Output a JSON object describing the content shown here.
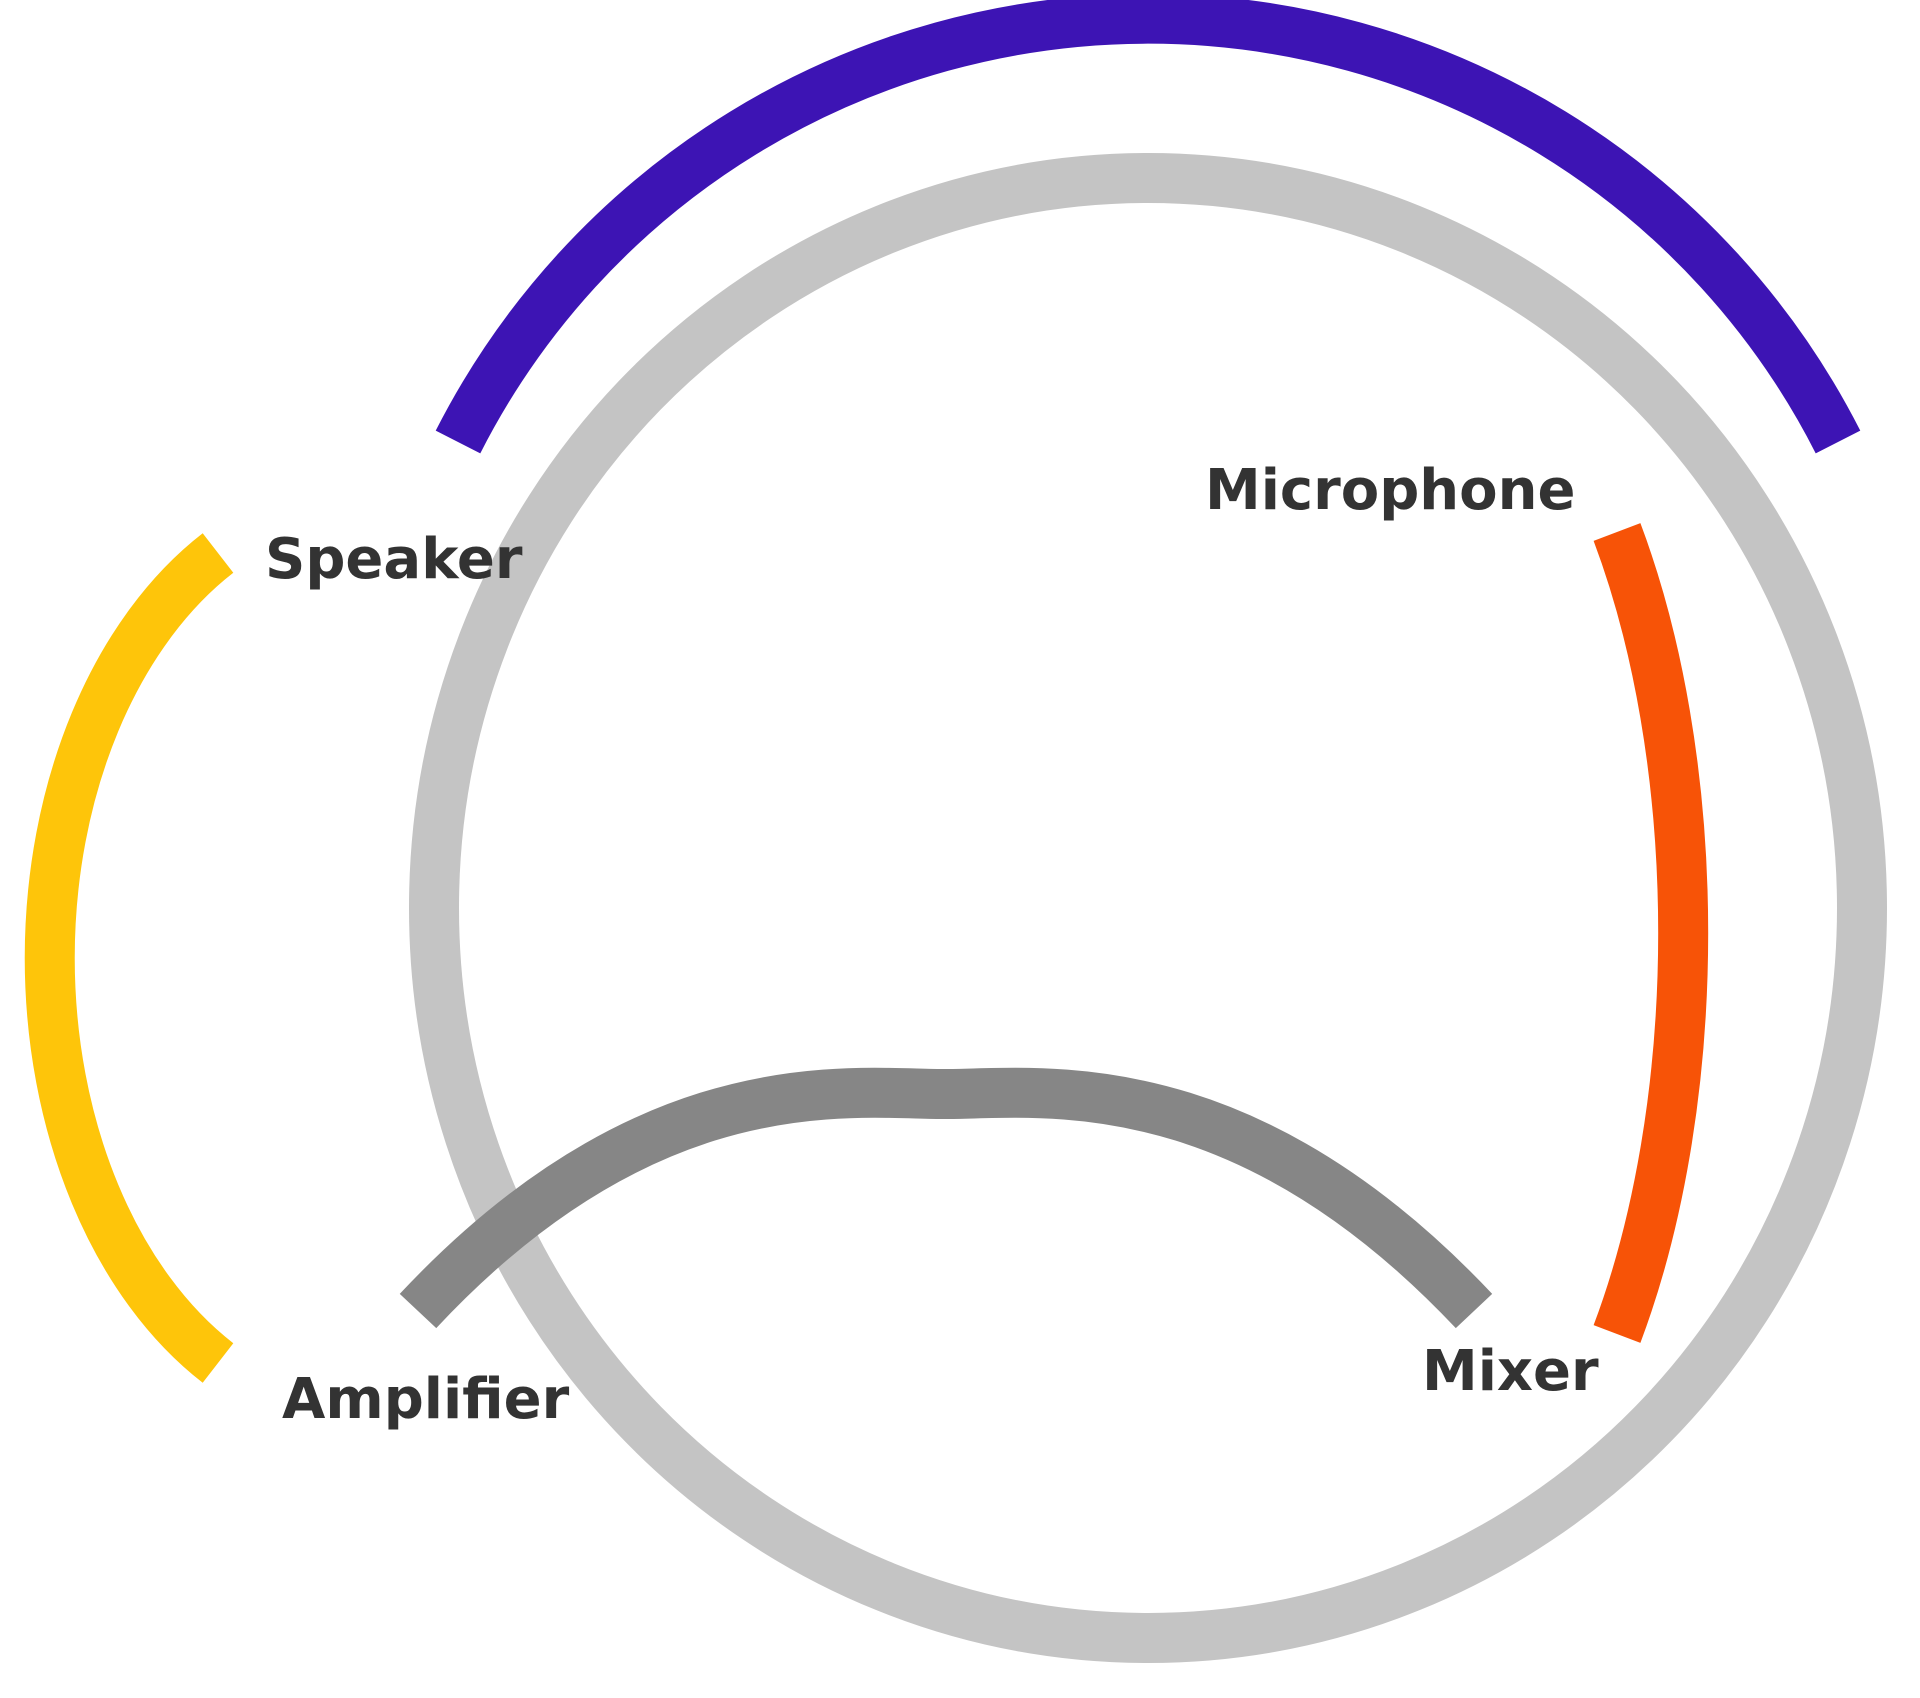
{
  "nodes": {
    "speaker": "Speaker",
    "microphone": "Microphone",
    "amplifier": "Amplifier",
    "mixer": "Mixer"
  },
  "colors": {
    "ring": "#c4c4c4",
    "top_arc": "#3d14b4",
    "left_arc": "#fec50a",
    "right_arc": "#f75307",
    "bottom_arc": "#868686",
    "label_text": "#333333"
  }
}
